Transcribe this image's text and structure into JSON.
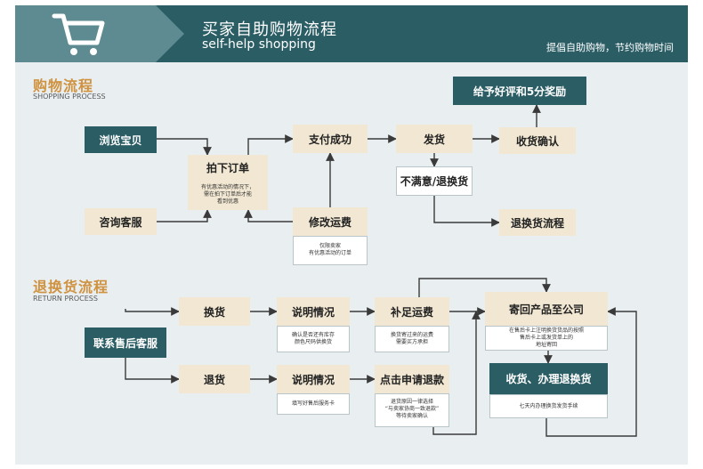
{
  "header": {
    "title": "买家自助购物流程",
    "subtitle": "self-help shopping",
    "slogan": "提倡自助购物，节约购物时间",
    "icon": "shopping-cart-icon"
  },
  "shopping": {
    "title": "购物流程",
    "subtitle": "SHOPPING PROCESS",
    "browse": "浏览宝贝",
    "order": "拍下订单",
    "order_note": [
      "有优惠活动的情况下，",
      "需在拍下订单后才能",
      "看到优惠"
    ],
    "consult": "咨询客服",
    "pay": "支付成功",
    "modify": "修改运费",
    "modify_note": [
      "仅限卖家",
      "有优惠活动的订单"
    ],
    "ship": "发货",
    "dissatisfied": "不满意/退换货",
    "receive": "收货确认",
    "review": "给予好评和5分奖励",
    "return_flow": "退换货流程"
  },
  "returns": {
    "title": "退换货流程",
    "subtitle": "RETURN PROCESS",
    "contact": "联系售后客服",
    "exchange": "换货",
    "refund": "退货",
    "explain": "说明情况",
    "explain_exchange_note": [
      "确认是否还有库存",
      "颜色尺码供换货"
    ],
    "explain_refund_note": [
      "填写好售后服务卡"
    ],
    "shipping_fee": "补足运费",
    "shipping_fee_note": [
      "换货寄过来的运费",
      "需要买方承担"
    ],
    "apply_refund": "点击申请退款",
    "apply_refund_note": [
      "退货原因一律选择",
      "“与卖家协商一致退款”",
      "等待卖家确认"
    ],
    "send_back": "寄回产品至公司",
    "send_back_note": [
      "在售后卡上注明换货货品的按照",
      "售后卡上或发货单上的",
      "地址寄回"
    ],
    "handle": "收货、办理退换货",
    "handle_note": [
      "七天内办理换货发货手续"
    ]
  },
  "colors": {
    "teal": "#2b5d65",
    "tan": "#f1e7d2",
    "gold": "#cf9240",
    "background": "#e9eef0"
  }
}
